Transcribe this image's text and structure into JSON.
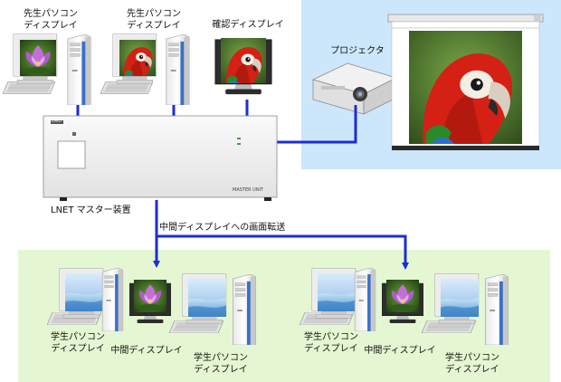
{
  "labels": {
    "teacher_pc_1": [
      "先生パソコン",
      "ディスプレイ"
    ],
    "teacher_pc_2": [
      "先生パソコン",
      "ディスプレイ"
    ],
    "confirm_display": "確認ディスプレイ",
    "projector": "プロジェクタ",
    "master_unit": "LNET マスター装置",
    "transfer": "中間ディスプレイへの画面転送",
    "left_group": {
      "student_pc_1": [
        "学生パソコン",
        "ディスプレイ"
      ],
      "middle_display": "中間ディスプレイ",
      "student_pc_2": [
        "学生パソコン",
        "ディスプレイ"
      ]
    },
    "right_group": {
      "student_pc_1": [
        "学生パソコン",
        "ディスプレイ"
      ],
      "middle_display": "中間ディスプレイ",
      "student_pc_2": [
        "学生パソコン",
        "ディスプレイ"
      ]
    }
  },
  "device_text": {
    "brand": "LAVO",
    "model": "MASTER UNIT"
  },
  "colors": {
    "projector_area": "#cce6fb",
    "student_area": "#e4f7d2",
    "cable": "#1a2fd0"
  },
  "icons": [
    "lotus-flower-image",
    "parrot-image",
    "pc-tower-icon",
    "monitor-icon",
    "keyboard-icon",
    "projector-icon",
    "projection-screen-icon"
  ]
}
